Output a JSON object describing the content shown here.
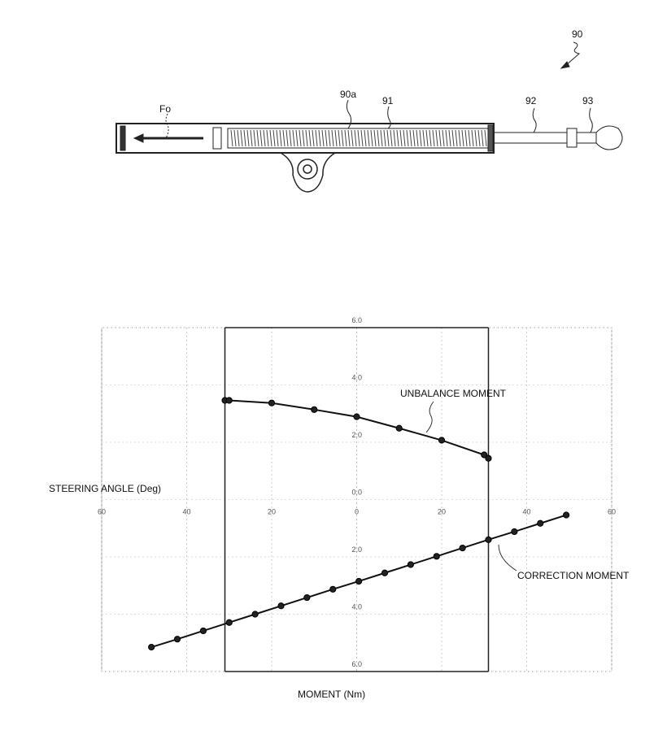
{
  "figure": {
    "device_labels": {
      "assembly": "90",
      "force": "Fo",
      "housing": "90a",
      "spring": "91",
      "rod": "92",
      "knob": "93"
    }
  },
  "chart_data": {
    "type": "line",
    "title": "",
    "xlabel": "MOMENT  (Nm)",
    "ylabel": "STEERING ANGLE  (Deg)",
    "xlim": [
      -60,
      60
    ],
    "ylim": [
      -6.0,
      6.0
    ],
    "x_ticks": [
      -60,
      -40,
      -20,
      0,
      20,
      40,
      60
    ],
    "x_tick_labels": [
      "60",
      "40",
      "20",
      "0",
      "20",
      "40",
      "60"
    ],
    "y_ticks": [
      6.0,
      4.0,
      2.0,
      0.0,
      -2.0,
      -4.0,
      -6.0
    ],
    "y_tick_labels": [
      "6.0",
      "4.0",
      "2.0",
      "0.0",
      "2.0",
      "4.0",
      "6.0"
    ],
    "vertical_reference_lines": [
      -31,
      31
    ],
    "grid": true,
    "series": [
      {
        "name": "UNBALANCE MOMENT",
        "x": [
          -31,
          -30,
          -20,
          -10,
          0,
          10,
          20,
          30,
          31
        ],
        "y": [
          3.46,
          3.46,
          3.37,
          3.14,
          2.89,
          2.49,
          2.07,
          1.56,
          1.44
        ]
      },
      {
        "name": "CORRECTION MOMENT",
        "x": [
          -48.3,
          -42.2,
          -36.1,
          -30.0,
          -23.9,
          -17.8,
          -11.7,
          -5.6,
          0.5,
          6.6,
          12.7,
          18.8,
          24.9,
          31.0,
          37.1,
          43.2,
          49.3
        ],
        "y": [
          -5.15,
          -4.87,
          -4.58,
          -4.29,
          -4.0,
          -3.71,
          -3.42,
          -3.13,
          -2.85,
          -2.56,
          -2.27,
          -1.98,
          -1.69,
          -1.4,
          -1.12,
          -0.83,
          -0.54
        ]
      }
    ]
  }
}
